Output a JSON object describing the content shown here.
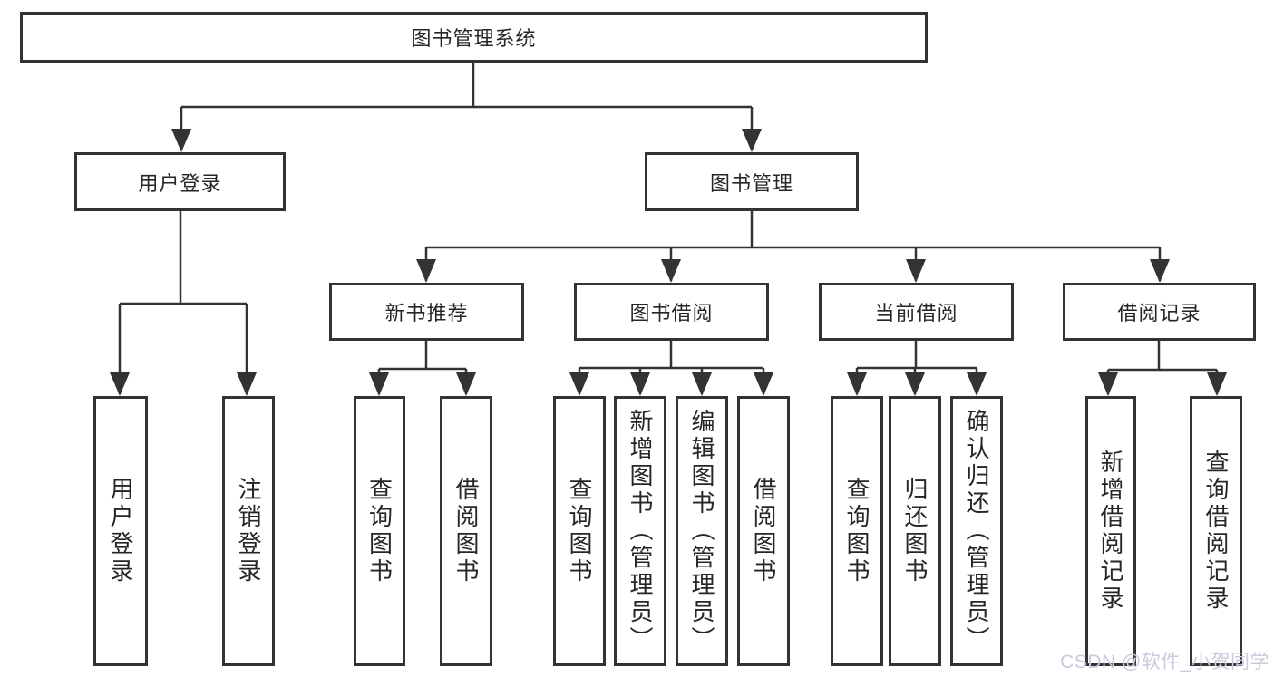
{
  "diagram_title": "图书管理系统",
  "tree": {
    "root": {
      "label": "图书管理系统",
      "children": [
        {
          "label": "用户登录",
          "children": [
            {
              "label": "用户登录"
            },
            {
              "label": "注销登录"
            }
          ]
        },
        {
          "label": "图书管理",
          "children": [
            {
              "label": "新书推荐",
              "children": [
                {
                  "label": "查询图书"
                },
                {
                  "label": "借阅图书"
                }
              ]
            },
            {
              "label": "图书借阅",
              "children": [
                {
                  "label": "查询图书"
                },
                {
                  "label": "新增图书（管理员）"
                },
                {
                  "label": "编辑图书（管理员）"
                },
                {
                  "label": "借阅图书"
                }
              ]
            },
            {
              "label": "当前借阅",
              "children": [
                {
                  "label": "查询图书"
                },
                {
                  "label": "归还图书"
                },
                {
                  "label": "确认归还（管理员）"
                }
              ]
            },
            {
              "label": "借阅记录",
              "children": [
                {
                  "label": "新增借阅记录"
                },
                {
                  "label": "查询借阅记录"
                }
              ]
            }
          ]
        }
      ]
    }
  },
  "watermark": "CSDN @软件_小贺同学",
  "colors": {
    "line": "#333333",
    "text": "#262626",
    "box_background": "#ffffff",
    "watermark": "#c9cade"
  }
}
